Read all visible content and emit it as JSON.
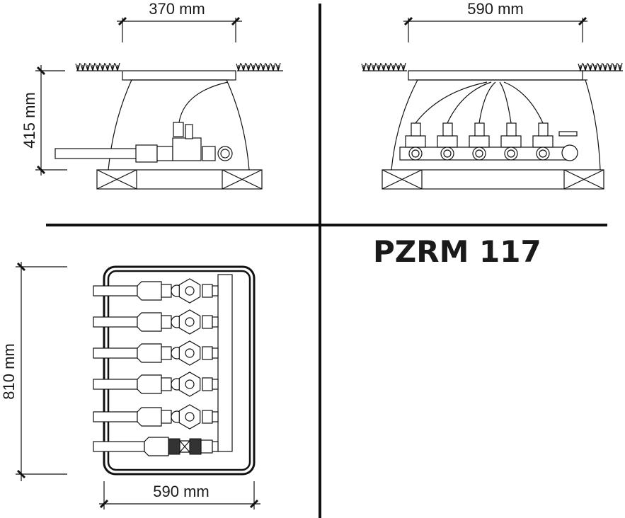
{
  "title": "PZRM 117",
  "side_view": {
    "width_label": "370 mm",
    "height_label": "415 mm",
    "valve_count": 1
  },
  "front_view": {
    "width_label": "590 mm",
    "valve_count": 5
  },
  "plan_view": {
    "height_label": "810 mm",
    "width_label": "590 mm",
    "valve_rows": 5,
    "ball_valve_rows": 1
  }
}
